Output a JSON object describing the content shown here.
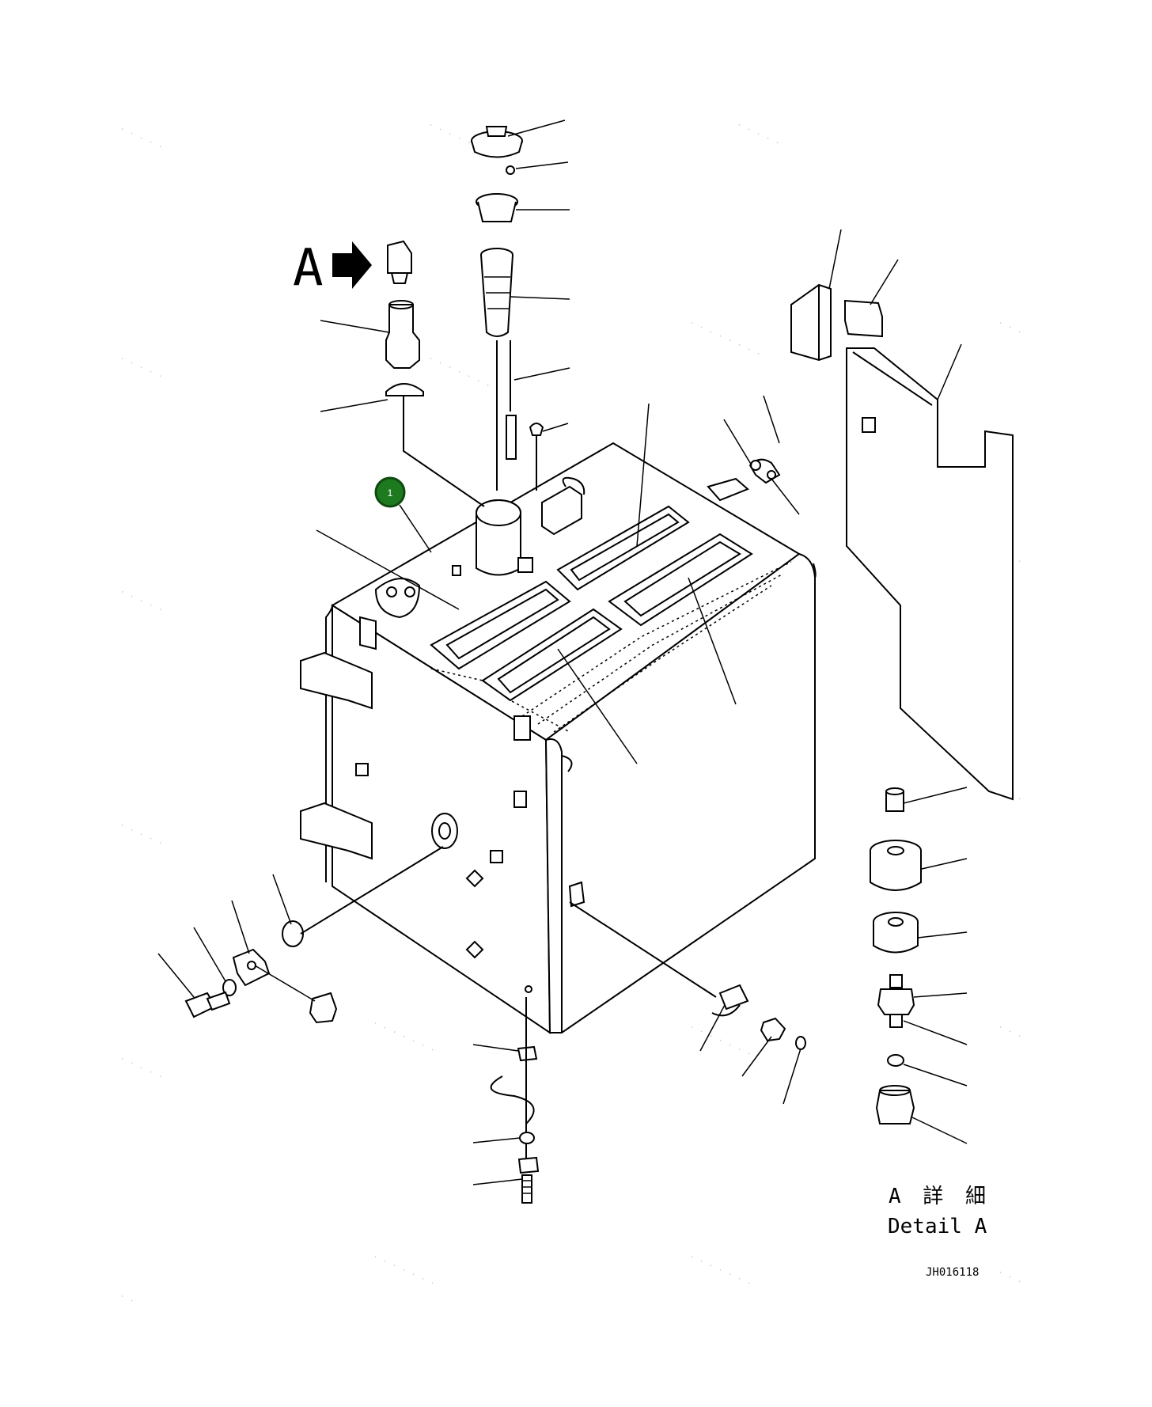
{
  "view_arrow_label": "A",
  "detail_label_jp": "A 詳 細",
  "detail_label_en": "Detail A",
  "drawing_code": "JH016118",
  "callout": {
    "number": "1",
    "color": "#1e7a1e"
  }
}
